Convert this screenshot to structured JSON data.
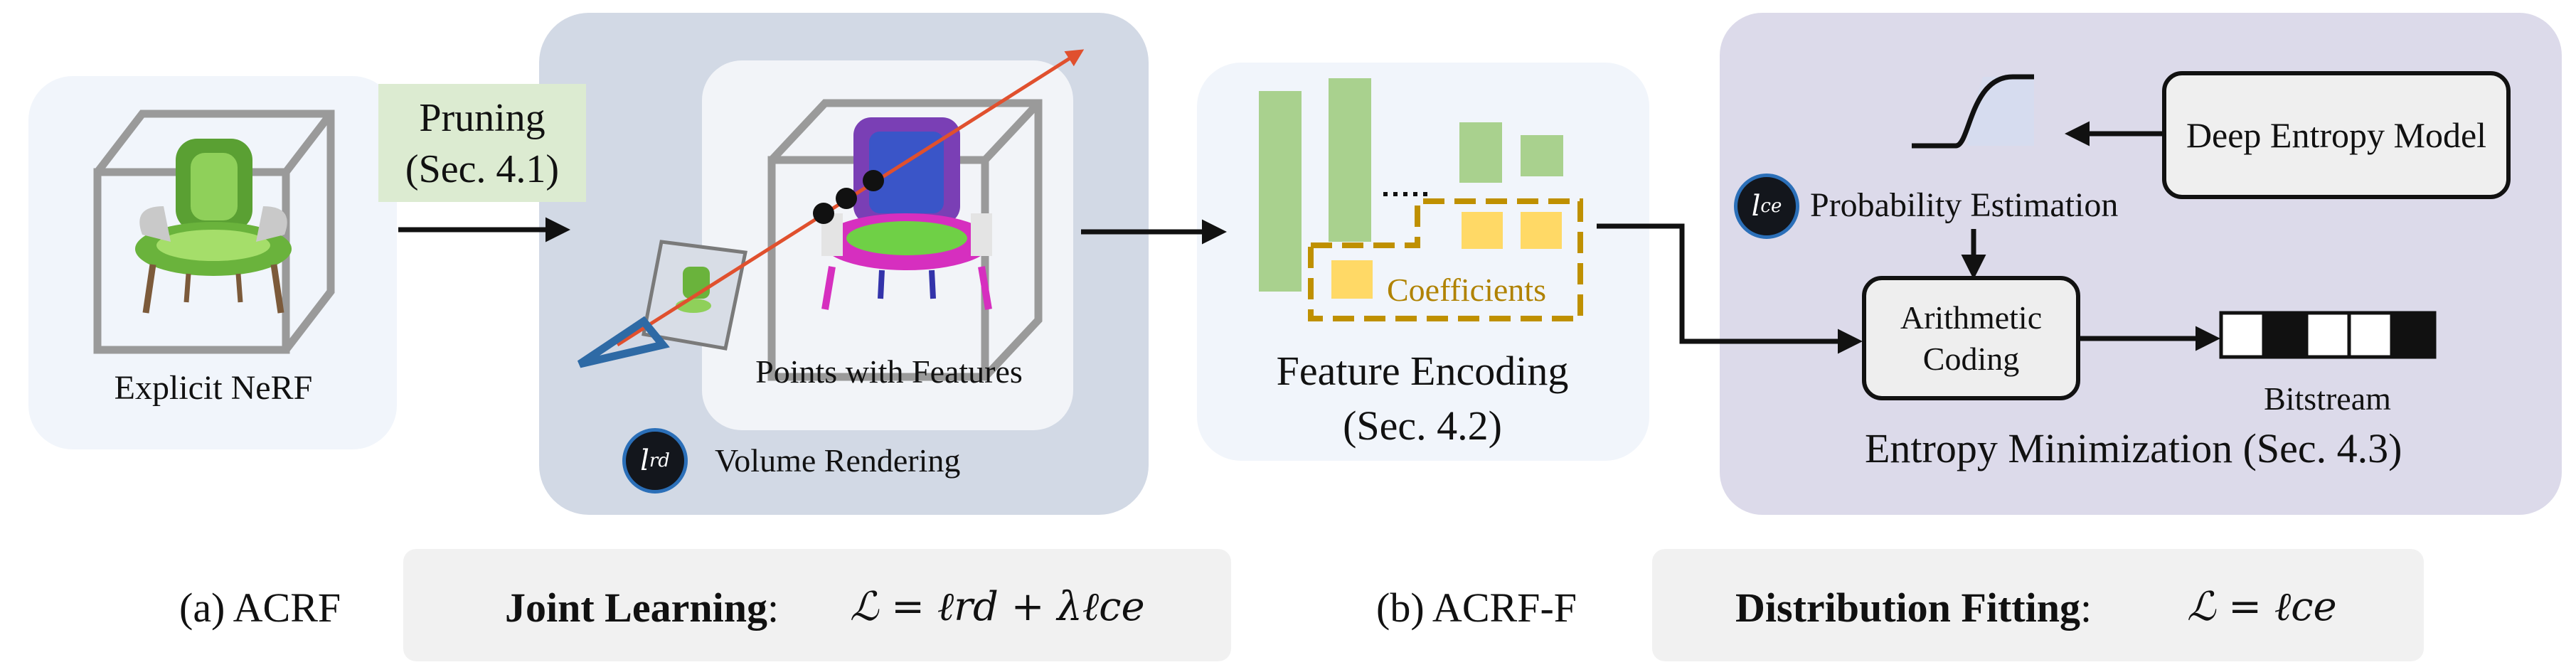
{
  "stages": {
    "explicit_nerf": {
      "label": "Explicit NeRF"
    },
    "pruning": {
      "title": "Pruning",
      "ref": "(Sec. 4.1)"
    },
    "volume_rendering": {
      "points_label": "Points with Features",
      "loss_symbol": "l",
      "loss_sub": "rd",
      "label": "Volume Rendering"
    },
    "feature_encoding": {
      "coefficients": "Coefficients",
      "label": "Feature Encoding",
      "ref": "(Sec. 4.2)"
    },
    "entropy": {
      "deep_model": "Deep Entropy Model",
      "loss_symbol": "l",
      "loss_sub": "ce",
      "prob_estimation": "Probability Estimation",
      "arith_line1": "Arithmetic",
      "arith_line2": "Coding",
      "bitstream": "Bitstream",
      "label": "Entropy Minimization (Sec. 4.3)"
    }
  },
  "footer": {
    "a_label": "(a) ACRF",
    "a_bold": "Joint Learning",
    "a_colon": ":",
    "a_formula": "ℒ = ℓrd + λℓce",
    "b_label": "(b) ACRF-F",
    "b_bold": "Distribution Fitting",
    "b_colon": ":",
    "b_formula": "ℒ = ℓce"
  },
  "colors": {
    "panel_light": "#f1f5fb",
    "panel_volume": "#d2d9e5",
    "panel_entropy": "#dcdaea",
    "pruning_bg": "#dcebd1",
    "green_bar": "#a9d18e",
    "yellow": "#ffd966",
    "gold_dashed": "#bf9000",
    "ray": "#e0502e",
    "camera": "#2e6aa5",
    "formula_bg": "#f1f1f1"
  }
}
